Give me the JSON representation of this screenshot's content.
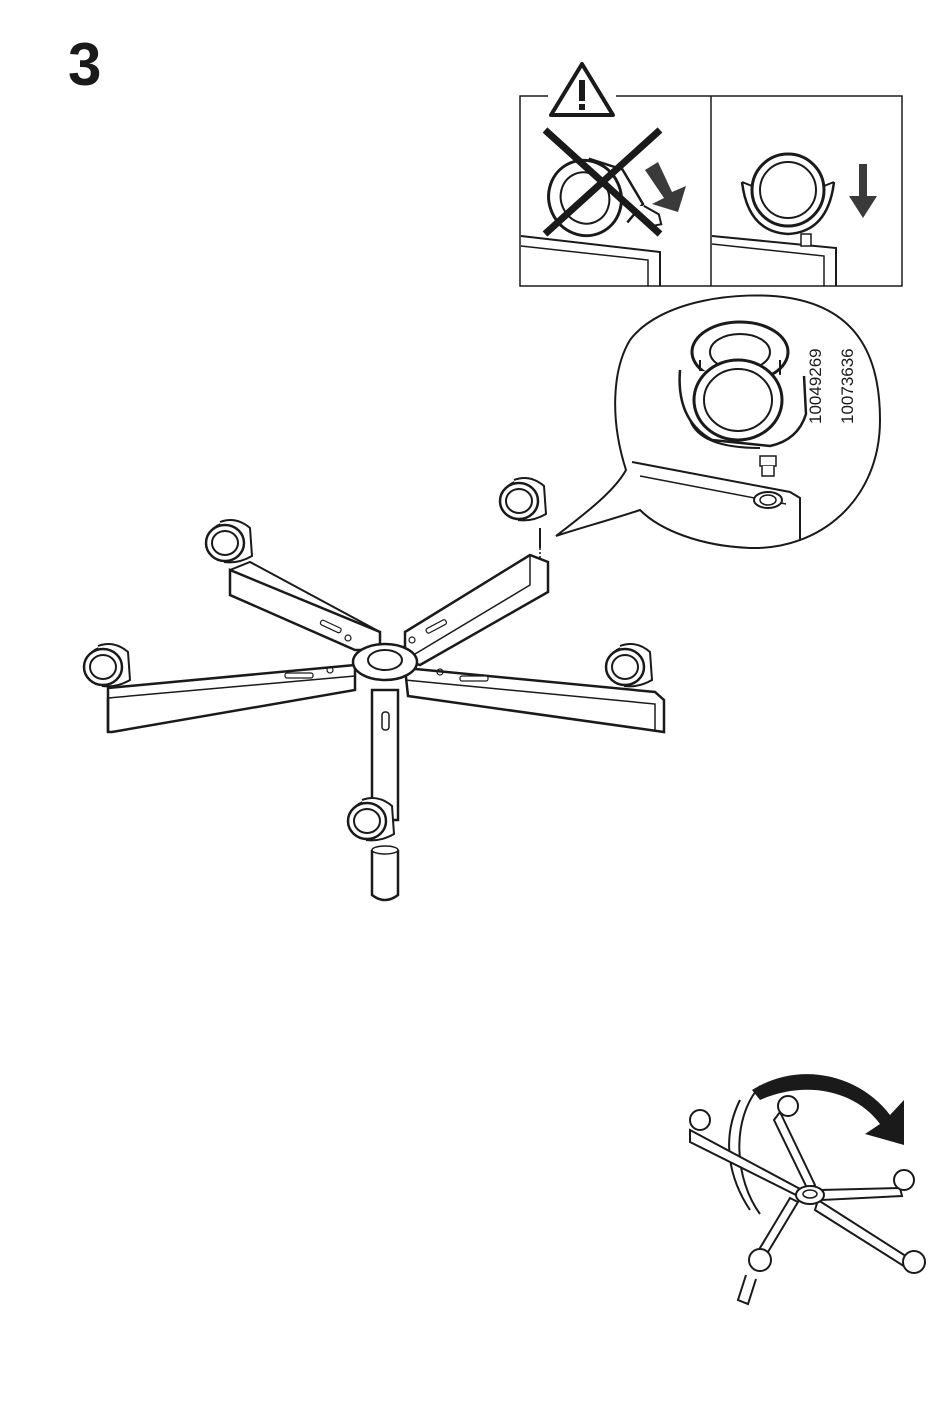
{
  "step": {
    "number": "3"
  },
  "parts": {
    "codes": [
      "10049269",
      "10073636"
    ]
  },
  "icons": {
    "warning": "warning-triangle-icon",
    "wrong": "cross-mark-icon",
    "direction": "arrow-down-icon",
    "rotate": "rotate-arrow-icon"
  },
  "colors": {
    "ink": "#1a1a1a",
    "background": "#ffffff",
    "arrow_fill": "#3a3a3a"
  }
}
